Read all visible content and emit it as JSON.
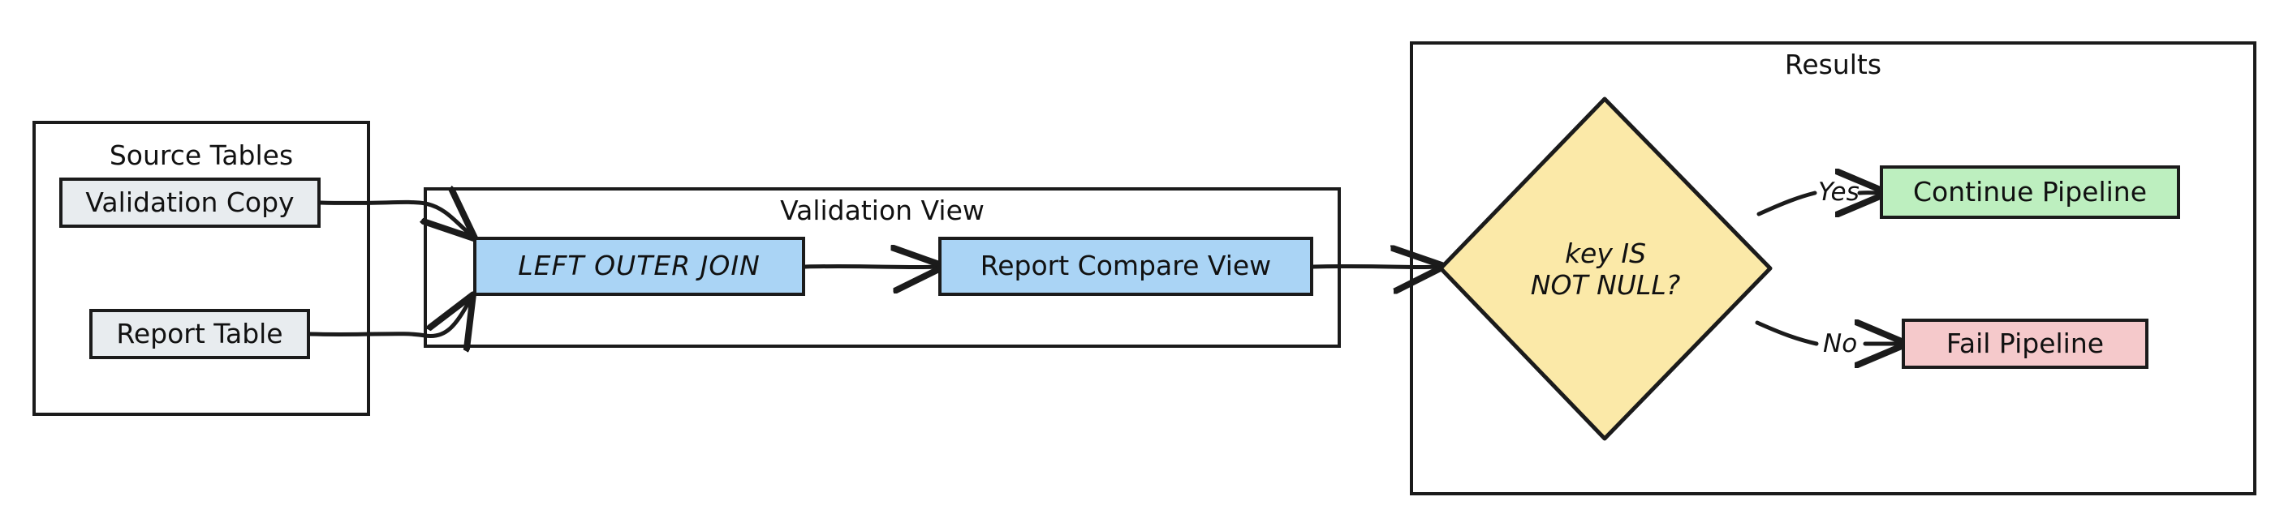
{
  "diagram": {
    "title": "Validation pipeline flowchart",
    "style": "hand-drawn sketch",
    "colors": {
      "stroke": "#1b1b1b",
      "background": "#ffffff",
      "gray_fill": "#e8ecef",
      "blue_fill": "#aad4f5",
      "green_fill": "#bdefbf",
      "red_fill": "#f5c9cb",
      "yellow_fill": "#fbe9a8"
    }
  },
  "groups": [
    {
      "id": "source-tables",
      "title": "Source Tables"
    },
    {
      "id": "validation-view",
      "title": "Validation View"
    },
    {
      "id": "results",
      "title": "Results"
    }
  ],
  "nodes": {
    "validation_copy": {
      "label": "Validation Copy",
      "shape": "rect",
      "fill": "#e8ecef"
    },
    "report_table": {
      "label": "Report Table",
      "shape": "rect",
      "fill": "#e8ecef"
    },
    "left_outer_join": {
      "label": "LEFT OUTER JOIN",
      "shape": "rect",
      "fill": "#aad4f5"
    },
    "report_compare_view": {
      "label": "Report Compare View",
      "shape": "rect",
      "fill": "#aad4f5"
    },
    "decision": {
      "label": "key IS\nNOT NULL?",
      "shape": "diamond",
      "fill": "#fbe9a8"
    },
    "continue_pipeline": {
      "label": "Continue Pipeline",
      "shape": "rect",
      "fill": "#bdefbf"
    },
    "fail_pipeline": {
      "label": "Fail Pipeline",
      "shape": "rect",
      "fill": "#f5c9cb"
    }
  },
  "edges": [
    {
      "id": "e1",
      "from": "validation_copy",
      "to": "left_outer_join",
      "label": ""
    },
    {
      "id": "e2",
      "from": "report_table",
      "to": "left_outer_join",
      "label": ""
    },
    {
      "id": "e3",
      "from": "left_outer_join",
      "to": "report_compare_view",
      "label": ""
    },
    {
      "id": "e4",
      "from": "report_compare_view",
      "to": "decision",
      "label": ""
    },
    {
      "id": "e5",
      "from": "decision",
      "to": "continue_pipeline",
      "label": "Yes"
    },
    {
      "id": "e6",
      "from": "decision",
      "to": "fail_pipeline",
      "label": "No"
    }
  ],
  "edge_labels": {
    "yes": "Yes",
    "no": "No"
  }
}
